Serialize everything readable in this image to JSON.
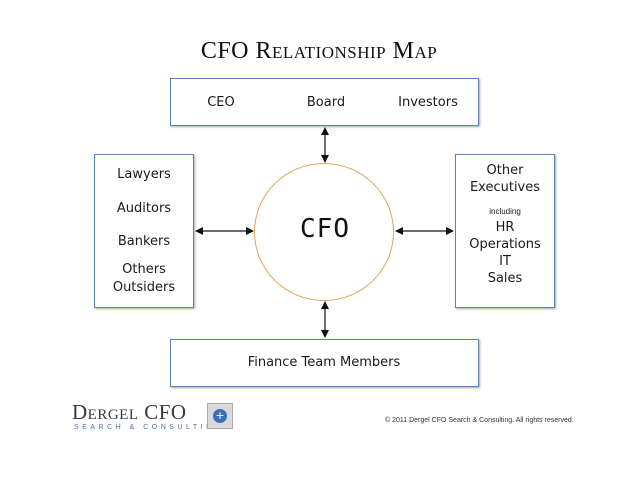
{
  "title": "CFO Relationship Map",
  "center": {
    "label": "CFO"
  },
  "top": {
    "items": [
      "CEO",
      "Board",
      "Investors"
    ]
  },
  "left": {
    "items": [
      "Lawyers",
      "Auditors",
      "Bankers",
      "Others",
      "Outsiders"
    ]
  },
  "right": {
    "items": [
      "Other",
      "Executives"
    ],
    "including": "including",
    "areas": [
      "HR",
      "Operations",
      "IT",
      "Sales"
    ]
  },
  "bottom": {
    "label": "Finance Team Members"
  },
  "logo": {
    "name": "Dergel CFO",
    "tagline": "SEARCH & CONSULTING",
    "icon": "plus-circle-icon"
  },
  "copyright": "© 2011 Dergel CFO Search & Consulting. All rights reserved.",
  "colors": {
    "box_border": "#5b85b8",
    "circle_border": "#e3a458",
    "logo_accent": "#3b6fb8"
  }
}
